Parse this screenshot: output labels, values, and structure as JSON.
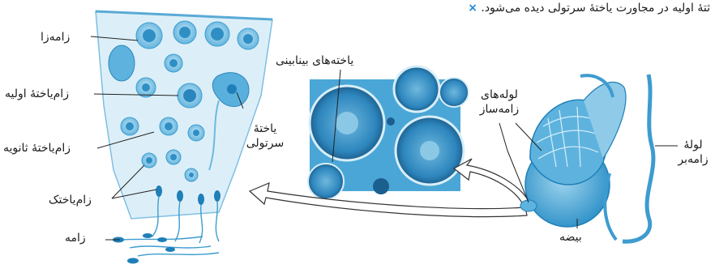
{
  "caption": "ثتهٔ اولیه در مجاورت یاختهٔ سرتولی دیده می‌شود.",
  "caption_mark": "×",
  "labels": {
    "zamezaa": "زامه‌زا",
    "primary_spermatocyte": "زام‌یاختهٔ اولیه",
    "secondary_spermatocyte": "زام‌یاختهٔ ثانویه",
    "spermatid": "زام‌یاختک",
    "sperm": "زامه",
    "sertoli_line1": "یاختهٔ",
    "sertoli_line2": "سرتولی",
    "interstitial": "یاخته‌های بینابینی",
    "seminiferous_line1": "لوله‌های",
    "seminiferous_line2": "زامه‌ساز",
    "vas_line1": "لولهٔ",
    "vas_line2": "زامه‌بر",
    "testis": "بیضه"
  },
  "colors": {
    "tissue_light": "#d6ecf7",
    "tissue_mid": "#8cc8e8",
    "tissue_dark": "#2a8fc4",
    "nucleus": "#1f7fb8",
    "micrograph_bg": "#3a9bd0",
    "micrograph_dark": "#1b5f8e",
    "text": "#1c1c1c",
    "accent": "#1e88d6"
  }
}
